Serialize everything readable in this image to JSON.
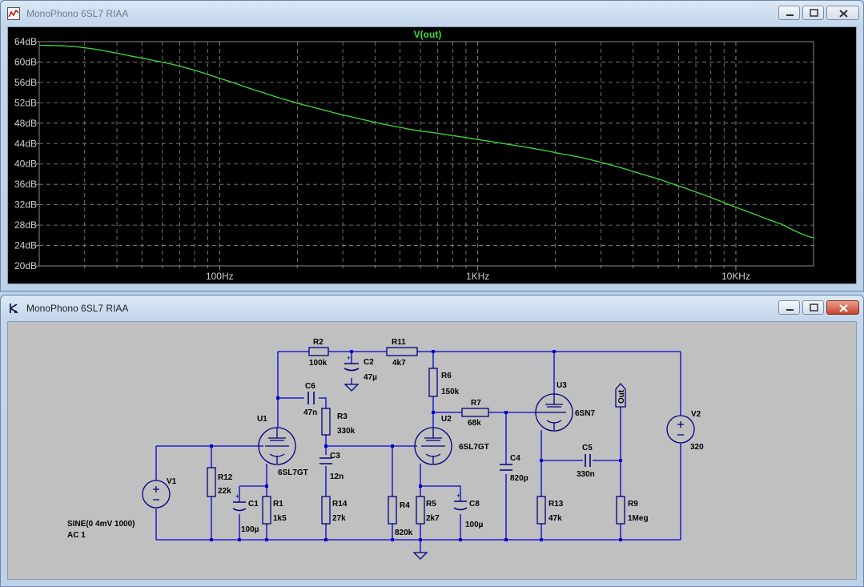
{
  "plot_window": {
    "title": "MonoPhono 6SL7 RIAA",
    "trace_label": "V(out)",
    "colors": {
      "trace": "#3ddc3d",
      "grid": "#8a8a8a",
      "background": "#000000",
      "axis_text": "#cfcfcf"
    }
  },
  "chart_data": {
    "type": "line",
    "series": [
      {
        "name": "V(out)",
        "x": [
          20,
          30,
          50,
          70,
          100,
          150,
          200,
          300,
          500,
          700,
          1000,
          1500,
          2000,
          3000,
          5000,
          7000,
          10000,
          15000,
          20000
        ],
        "y": [
          63.3,
          62.8,
          60.8,
          59.2,
          56.8,
          53.9,
          51.9,
          49.6,
          47.2,
          46.0,
          44.8,
          43.4,
          42.2,
          40.3,
          37.1,
          34.5,
          31.5,
          28.2,
          25.5
        ]
      }
    ],
    "x_scale": "log",
    "xlim": [
      20,
      20000
    ],
    "x_tick_labels": [
      {
        "value": 100,
        "label": "100Hz"
      },
      {
        "value": 1000,
        "label": "1KHz"
      },
      {
        "value": 10000,
        "label": "10KHz"
      }
    ],
    "ylim": [
      20,
      64
    ],
    "y_tick_labels": [
      "20dB",
      "24dB",
      "28dB",
      "32dB",
      "36dB",
      "40dB",
      "44dB",
      "48dB",
      "52dB",
      "56dB",
      "60dB",
      "64dB"
    ],
    "grid": true,
    "title": "V(out)"
  },
  "schematic_window": {
    "title": "MonoPhono 6SL7 RIAA",
    "colors": {
      "wire": "#0000d0",
      "component": "#000080",
      "background": "#c0c0c0",
      "junction": "#0000d0"
    },
    "labels": {
      "R2": "R2",
      "R2v": "100k",
      "C2": "C2",
      "C2v": "47µ",
      "R11": "R11",
      "R11v": "4k7",
      "R6": "R6",
      "R6v": "150k",
      "C6": "C6",
      "C6v": "47n",
      "R3": "R3",
      "R3v": "330k",
      "U1": "U1",
      "U1v": "6SL7GT",
      "U2": "U2",
      "U2v": "6SL7GT",
      "R7": "R7",
      "R7v": "68k",
      "U3": "U3",
      "U3v": "6SN7",
      "out": "Out",
      "V2": "V2",
      "V2v": "320",
      "C3": "C3",
      "C3v": "12n",
      "C4": "C4",
      "C4v": "820p",
      "C5": "C5",
      "C5v": "330n",
      "V1": "V1",
      "R12": "R12",
      "R12v": "22k",
      "C1": "C1",
      "C1v": "100µ",
      "R1": "R1",
      "R1v": "1k5",
      "R14": "R14",
      "R14v": "27k",
      "R4": "R4",
      "R4v": "820k",
      "R5": "R5",
      "R5v": "2k7",
      "C8": "C8",
      "C8v": "100µ",
      "R13": "R13",
      "R13v": "47k",
      "R9": "R9",
      "R9v": "1Meg",
      "source1": "SINE(0 4mV 1000)",
      "source2": "AC 1"
    }
  }
}
